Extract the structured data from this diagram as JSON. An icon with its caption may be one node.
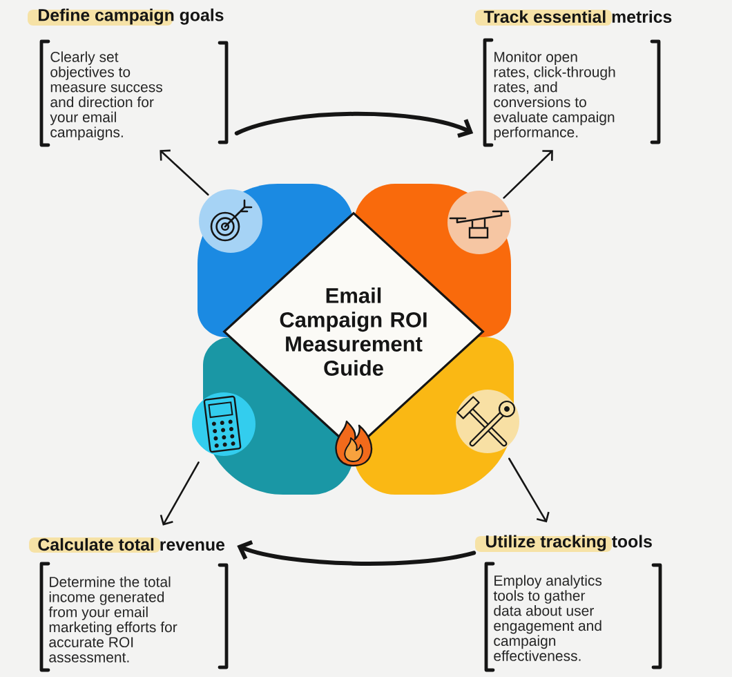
{
  "diagram": {
    "nodes": [
      {
        "text": [
          "Define campaign goals",
          "Clearly set objectives to measure success and direction for your email campaigns."
        ]
      },
      {
        "text": [
          "Track essential metrics",
          "Monitor open rates, click-through rates, and conversions to evaluate campaign performance."
        ]
      },
      {
        "text": [
          "Email Campaign ROI Measurement Guide"
        ]
      },
      {
        "text": [],
        "shape": "circle"
      },
      {
        "text": [],
        "shape": "circle"
      },
      {
        "text": [],
        "shape": "circle"
      },
      {
        "text": [],
        "shape": "circle"
      },
      {
        "text": [
          "Calculate total revenue",
          "Determine the total income generated from your email marketing efforts for accurate ROI assessment."
        ]
      },
      {
        "text": [
          "Utilize tracking tools",
          "Employ analytics tools to gather data about user engagement and campaign effectiveness."
        ]
      }
    ],
    "edges": [
      {
        "from": 0,
        "to": 1,
        "arrow": "to",
        "style": "thick"
      },
      {
        "from": 3,
        "to": 0,
        "arrow": "to"
      },
      {
        "from": 4,
        "to": 1,
        "arrow": "to"
      },
      {
        "from": 5,
        "to": 7,
        "arrow": "to"
      },
      {
        "from": 6,
        "to": 8,
        "arrow": "to"
      },
      {
        "from": 8,
        "to": 7,
        "arrow": "to",
        "style": "thick"
      }
    ]
  }
}
